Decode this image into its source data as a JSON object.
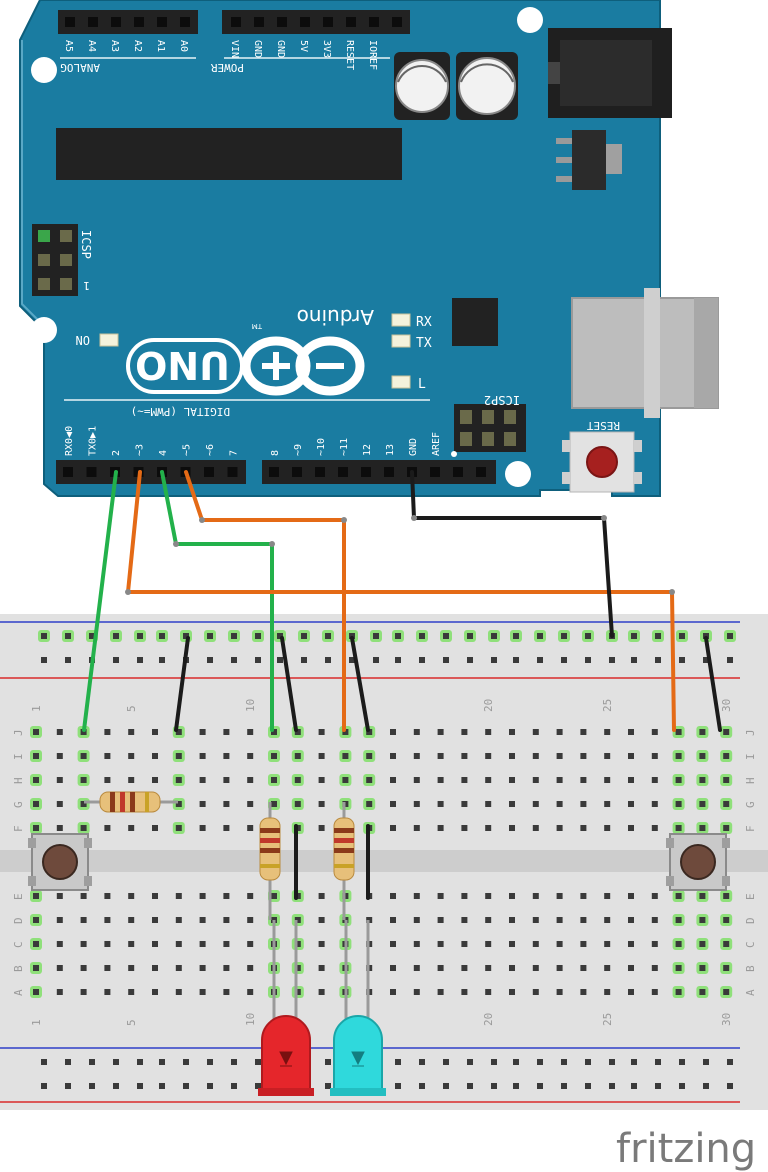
{
  "arduino": {
    "board_name": "Arduino",
    "model": "UNO",
    "tm": "TM",
    "analog_header": "ANALOG IN",
    "analog_pins": [
      "A5",
      "A4",
      "A3",
      "A2",
      "A1",
      "A0"
    ],
    "power_header": "POWER",
    "power_pins": [
      "VIN",
      "GND",
      "GND",
      "5V",
      "3V3",
      "RESET",
      "IOREF"
    ],
    "icsp_label": "ICSP",
    "icsp_pin_1": "1",
    "icsp2_label": "ICSP2",
    "digital_header": "DIGITAL (PWM=~)",
    "digital_left_pins": [
      "RX0◀0",
      "TX0▶1",
      "2",
      "~3",
      "4",
      "~5",
      "~6",
      "7"
    ],
    "digital_right_pins": [
      "8",
      "~9",
      "~10",
      "~11",
      "12",
      "13",
      "GND",
      "AREF"
    ],
    "on_label": "ON",
    "rx_label": "RX",
    "tx_label": "TX",
    "l_label": "L",
    "reset_label": "RESET"
  },
  "breadboard": {
    "row_letters_top": [
      "J",
      "I",
      "H",
      "G",
      "F"
    ],
    "row_letters_bottom": [
      "E",
      "D",
      "C",
      "B",
      "A"
    ],
    "column_numbers": [
      "1",
      "5",
      "10",
      "20",
      "25",
      "30"
    ]
  },
  "footer": {
    "logo": "fritzing"
  },
  "colors": {
    "board": "#1a7ca1",
    "wire_green": "#23b14b",
    "wire_orange": "#e46a16",
    "wire_black": "#1b1b1b",
    "led_red": "#e5262b",
    "led_cyan": "#2fd9dc",
    "breadboard": "#e1e1e1"
  }
}
